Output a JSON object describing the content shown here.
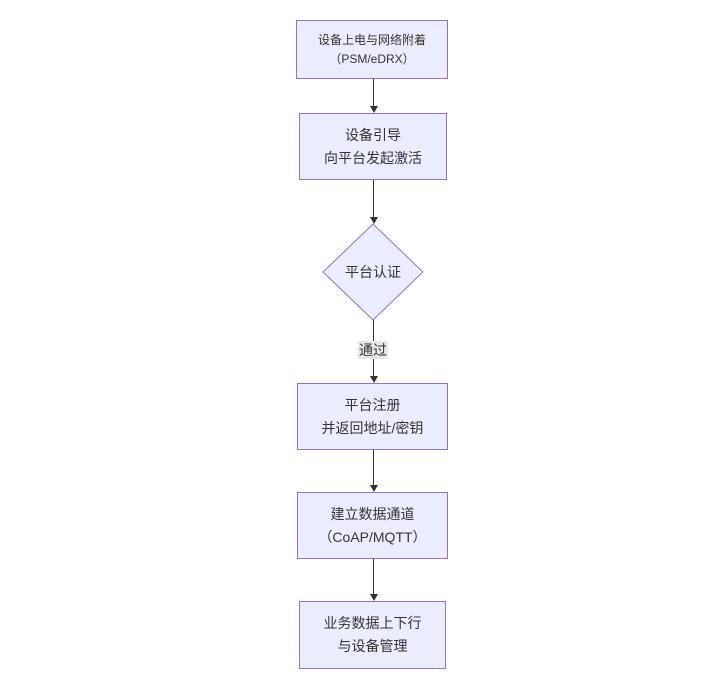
{
  "diagram": {
    "type": "flowchart-vertical",
    "colors": {
      "background": "#ffffff",
      "node_fill": "#ECECFF",
      "node_border": "#9370DB",
      "arrow": "#333333",
      "text": "#333333",
      "edge_label_bg": "#e8e8e8"
    },
    "nodes": [
      {
        "id": "power-on",
        "type": "rect",
        "lines": [
          "设备上电与网络附着",
          "（PSM/eDRX）"
        ]
      },
      {
        "id": "bootstrap",
        "type": "rect",
        "lines": [
          "设备引导",
          "向平台发起激活"
        ]
      },
      {
        "id": "auth",
        "type": "diamond",
        "lines": [
          "平台认证"
        ]
      },
      {
        "id": "register",
        "type": "rect",
        "lines": [
          "平台注册",
          "并返回地址/密钥"
        ]
      },
      {
        "id": "channel",
        "type": "rect",
        "lines": [
          "建立数据通道",
          "（CoAP/MQTT）"
        ]
      },
      {
        "id": "business",
        "type": "rect",
        "lines": [
          "业务数据上下行",
          "与设备管理"
        ]
      }
    ],
    "edges": [
      {
        "from": "power-on",
        "to": "bootstrap",
        "label": ""
      },
      {
        "from": "bootstrap",
        "to": "auth",
        "label": ""
      },
      {
        "from": "auth",
        "to": "register",
        "label": "通过"
      },
      {
        "from": "register",
        "to": "channel",
        "label": ""
      },
      {
        "from": "channel",
        "to": "business",
        "label": ""
      }
    ]
  }
}
